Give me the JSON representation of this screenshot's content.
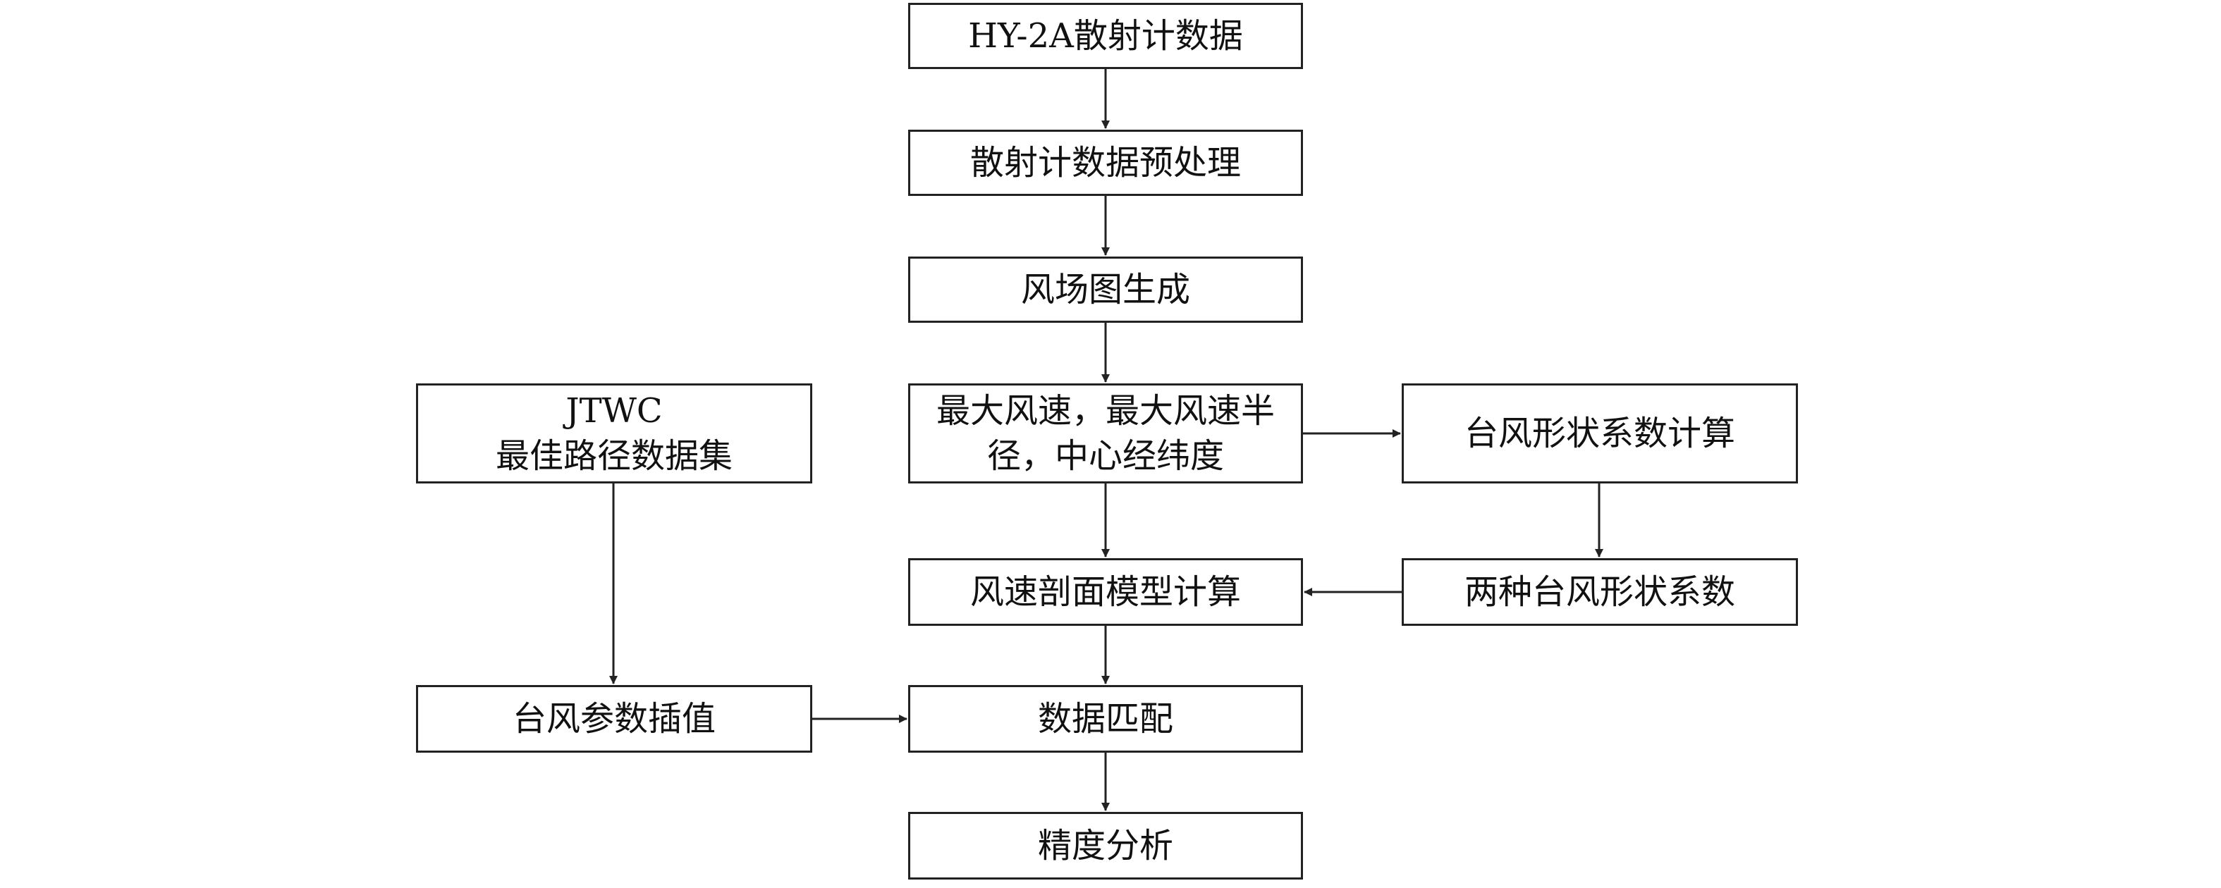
{
  "nodes": {
    "hy2a_data": "HY-2A散射计数据",
    "preprocess": "散射计数据预处理",
    "wind_map": "风场图生成",
    "max_wind_line1": "最大风速，最大风速半",
    "max_wind_line2": "径，中心经纬度",
    "shape_coeff_calc": "台风形状系数计算",
    "jtwc_line1": "JTWC",
    "jtwc_line2": "最佳路径数据集",
    "profile_model": "风速剖面模型计算",
    "two_shape_coeffs": "两种台风形状系数",
    "param_interp": "台风参数插值",
    "data_match": "数据匹配",
    "accuracy": "精度分析"
  },
  "colors": {
    "stroke": "#222222",
    "text": "#111111",
    "background": "#ffffff"
  }
}
